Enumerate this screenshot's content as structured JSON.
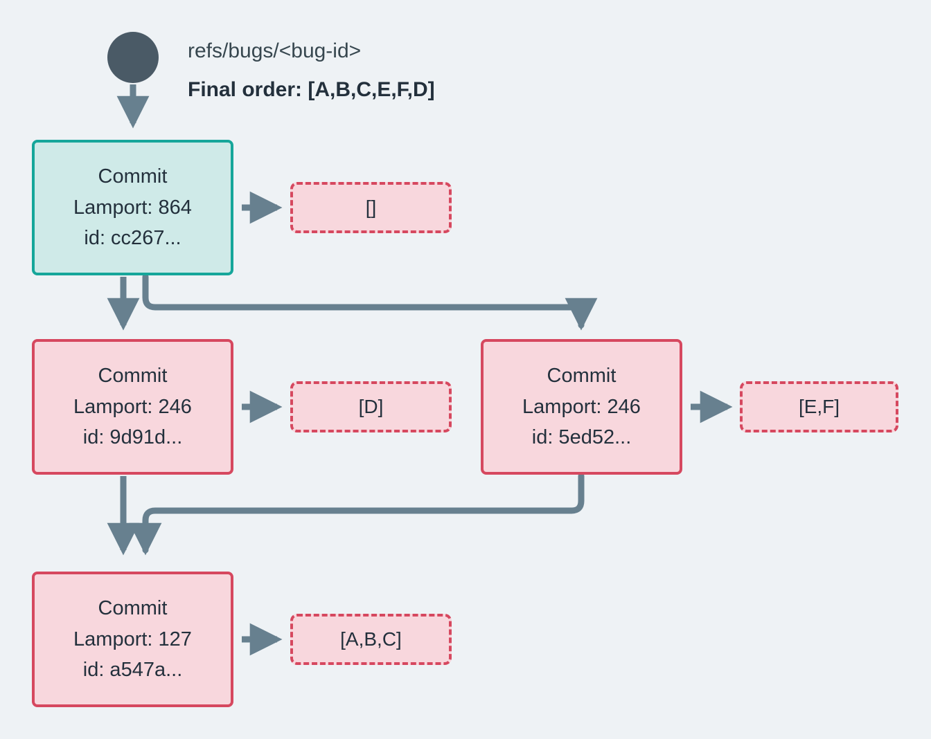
{
  "diagram": {
    "background_color": "#eef2f5",
    "edge_color": "#67808f",
    "root_dot_color": "#4a5a66",
    "ref_label": "refs/bugs/<bug-id>",
    "final_order_label": "Final order: [A,B,C,E,F,D]"
  },
  "commits": [
    {
      "id": "commit-cc267",
      "title": "Commit",
      "lamport": "Lamport: 864",
      "hash": "id: cc267...",
      "style": "green",
      "fill": "#cfeae8",
      "border": "#16a69a",
      "payload": "[]"
    },
    {
      "id": "commit-9d91d",
      "title": "Commit",
      "lamport": "Lamport: 246",
      "hash": "id: 9d91d...",
      "style": "pink",
      "fill": "#f8d7dd",
      "border": "#d6485f",
      "payload": "[D]"
    },
    {
      "id": "commit-5ed52",
      "title": "Commit",
      "lamport": "Lamport: 246",
      "hash": "id: 5ed52...",
      "style": "pink",
      "fill": "#f8d7dd",
      "border": "#d6485f",
      "payload": "[E,F]"
    },
    {
      "id": "commit-a547a",
      "title": "Commit",
      "lamport": "Lamport: 127",
      "hash": "id: a547a...",
      "style": "pink",
      "fill": "#f8d7dd",
      "border": "#d6485f",
      "payload": "[A,B,C]"
    }
  ]
}
